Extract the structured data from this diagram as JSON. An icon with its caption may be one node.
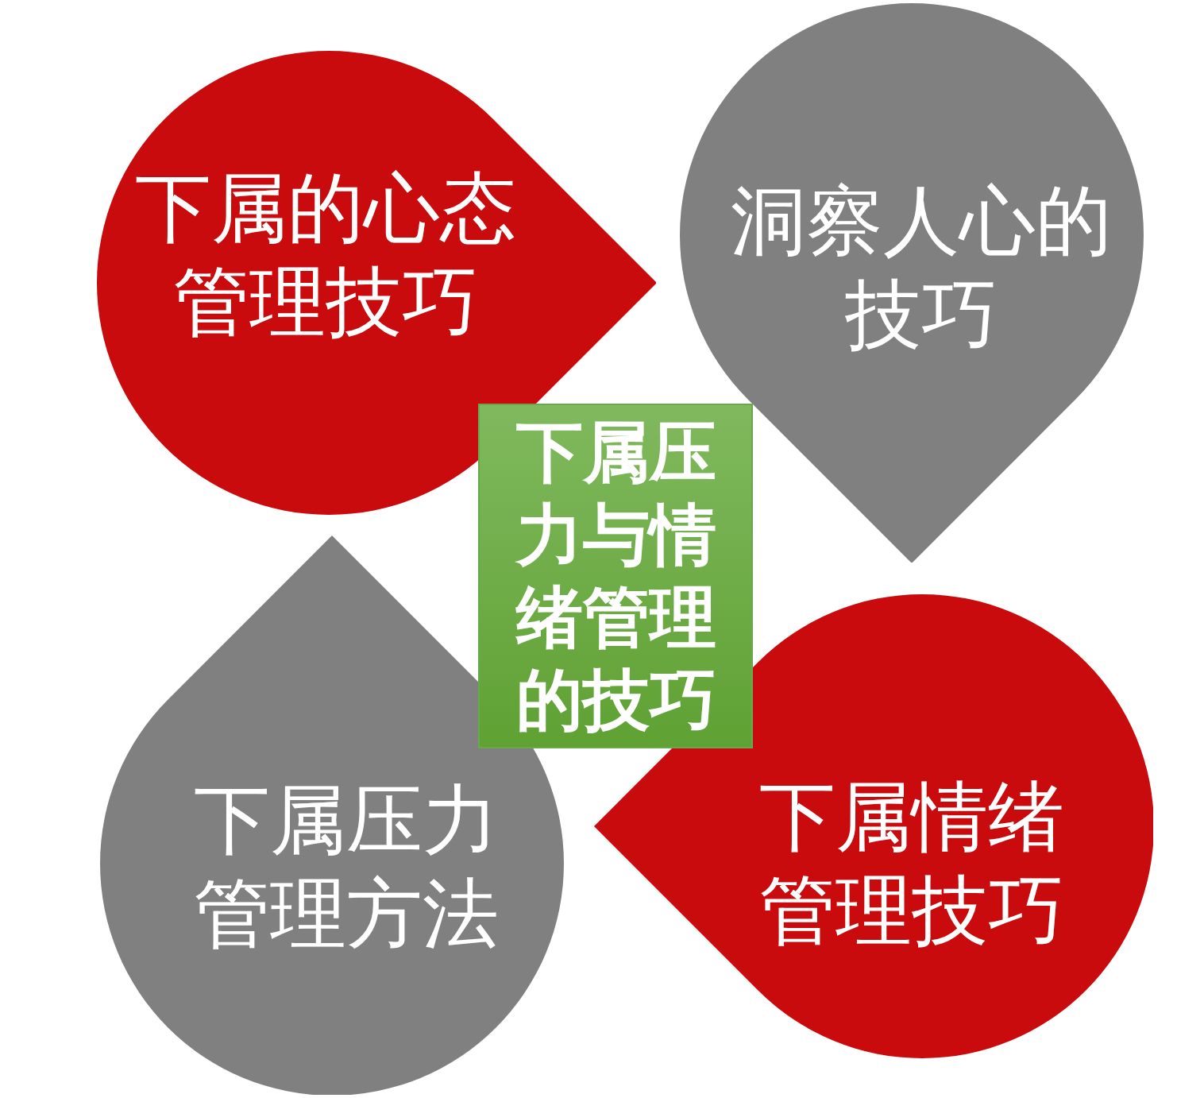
{
  "diagram": {
    "nodes": [
      {
        "text": [
          "下属的心态管理技巧"
        ]
      },
      {
        "text": [
          "洞察人心的技巧"
        ]
      },
      {
        "text": [
          "下属压力与情绪管理的技巧"
        ]
      },
      {
        "text": [
          "下属压力管理方法"
        ]
      },
      {
        "text": [
          "下属情绪管理技巧"
        ]
      }
    ]
  }
}
